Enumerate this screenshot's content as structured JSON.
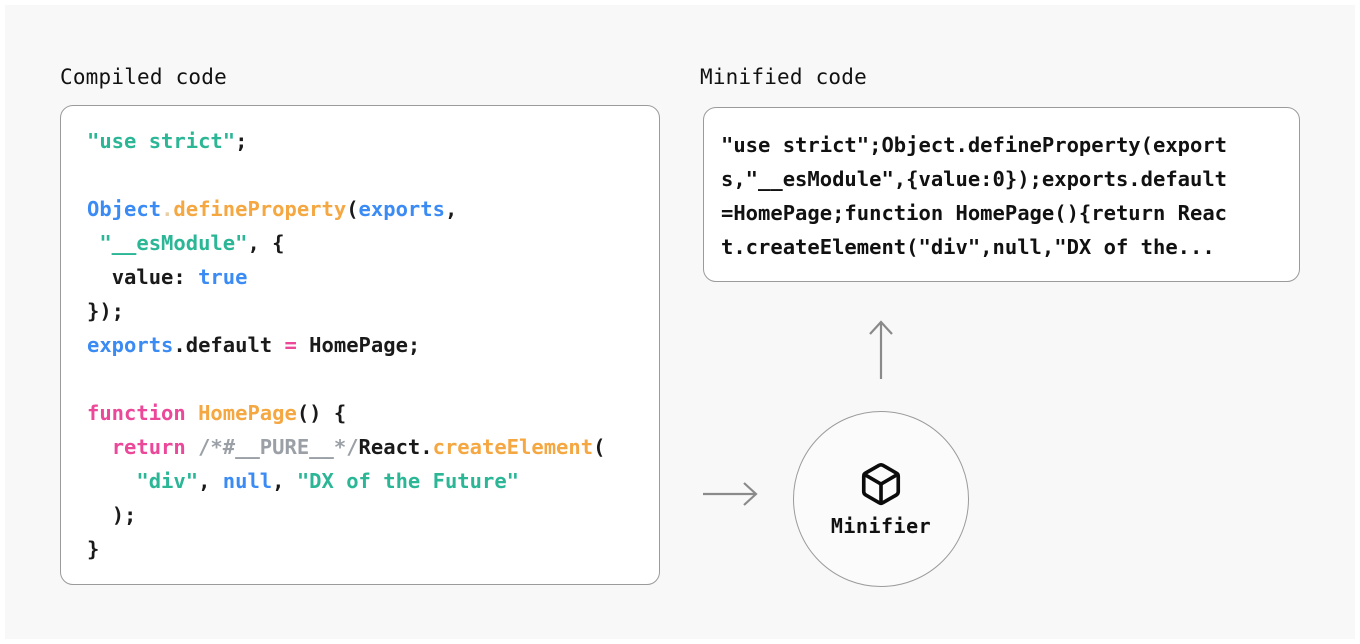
{
  "page": {
    "background": "#f8f8f8",
    "card_border_color": "#9b9b9b",
    "card_background": "#ffffff"
  },
  "columns": {
    "compiled": {
      "heading": "Compiled code",
      "code_lines": [
        "\"use strict\";",
        "",
        "Object.defineProperty(exports,",
        " \"__esModule\", {",
        "  value: true",
        "});",
        "exports.default = HomePage;",
        "",
        "function HomePage() {",
        "  return /*#__PURE__*/React.createElement(",
        "    \"div\", null, \"DX of the Future\"",
        "  );",
        "}"
      ]
    },
    "minified": {
      "heading": "Minified code",
      "code_lines": [
        "\"use strict\";Object.defineProperty(export",
        "s,\"__esModule\",{value:0});exports.default",
        "=HomePage;function HomePage(){return Reac",
        "t.createElement(\"div\",null,\"DX of the..."
      ]
    }
  },
  "minifier": {
    "label": "Minifier",
    "icon": "box-icon"
  },
  "arrows": {
    "input_arrow": "arrow-right",
    "output_arrow": "arrow-up",
    "color": "#8a8a8a"
  },
  "syntax_colors": {
    "string": "#2bb696",
    "keyword": "#ec4899",
    "function": "#f5a742",
    "variable": "#3b8bf5",
    "plain": "#1a1a1a",
    "comment": "#9aa0a6"
  }
}
